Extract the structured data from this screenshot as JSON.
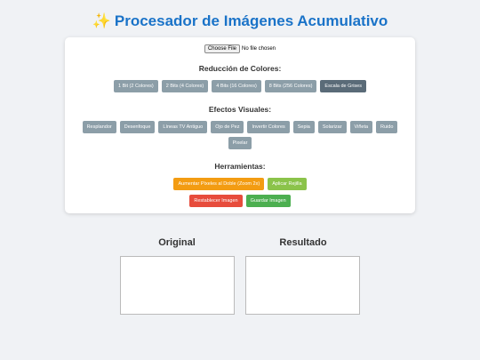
{
  "title": "Procesador de Imágenes Acumulativo",
  "title_icon": "sparkles-icon",
  "file_input": {
    "button_label": "Choose File",
    "status": "No file chosen"
  },
  "sections": {
    "colors": {
      "title": "Reducción de Colores:",
      "buttons": [
        "1 Bit (2 Colores)",
        "2 Bits (4 Colores)",
        "4 Bits (16 Colores)",
        "8 Bits (256 Colores)",
        "Escala de Grises"
      ]
    },
    "effects": {
      "title": "Efectos Visuales:",
      "buttons": [
        "Resplandor",
        "Desenfoque",
        "Líneas TV Antiguo",
        "Ojo de Pez",
        "Invertir Colores",
        "Sepia",
        "Solarizar",
        "Viñeta",
        "Ruido",
        "Pixelar"
      ]
    },
    "tools": {
      "title": "Herramientas:",
      "buttons": [
        "Aumentar Píxeles al Doble (Zoom 2x)",
        "Aplicar Rejilla",
        "Restablecer Imagen",
        "Guardar Imagen"
      ]
    }
  },
  "panels": {
    "original": "Original",
    "result": "Resultado"
  },
  "colors": {
    "title": "#1a73c8",
    "button": "#8c9ea8",
    "active": "#5a6b78",
    "zoom": "#f39c12",
    "grid": "#8bc34a",
    "reset": "#e74c3c",
    "save": "#4caf50"
  }
}
